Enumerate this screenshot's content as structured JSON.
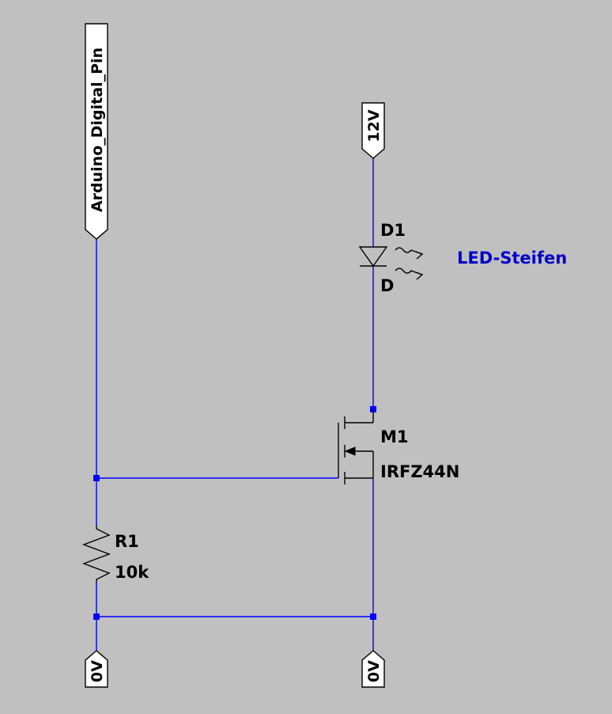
{
  "schematic": {
    "net_labels": {
      "arduino_pin": "Arduino_Digital_Pin",
      "supply": "12V",
      "ground_left": "0V",
      "ground_right": "0V"
    },
    "components": {
      "led": {
        "ref": "D1",
        "value": "D",
        "comment": "LED-Steifen"
      },
      "mosfet": {
        "ref": "M1",
        "value": "IRFZ44N"
      },
      "resistor": {
        "ref": "R1",
        "value": "10k"
      }
    },
    "colors": {
      "background": "#c0c0c0",
      "wire": "#0000ff",
      "symbol": "#000000",
      "comment": "#0000cc"
    }
  }
}
